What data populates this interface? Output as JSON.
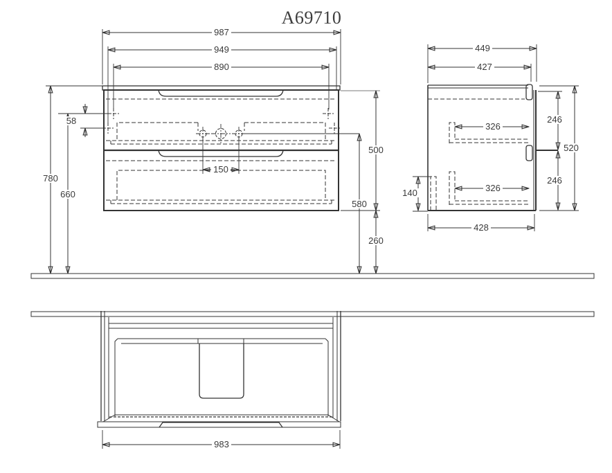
{
  "title": "A69710",
  "front_view": {
    "overall_width": "987",
    "lower_fixing_width": "949",
    "upper_fixing_width": "890",
    "fixing_hole_vertical_offset": "58",
    "overall_height": "780",
    "fixing_height": "660",
    "tap_hole_spacing": "150",
    "cabinet_height": "500",
    "tap_hole_height": "580",
    "floor_clearance": "260"
  },
  "side_view": {
    "overall_depth": "449",
    "cabinet_depth": "427",
    "upper_rail_depth": "326",
    "lower_rail_depth": "326",
    "upper_front_height": "246",
    "lower_front_height": "246",
    "front_height_total": "520",
    "rear_rail_height": "140",
    "bottom_depth": "428"
  },
  "bottom_view": {
    "cabinet_width": "983"
  }
}
